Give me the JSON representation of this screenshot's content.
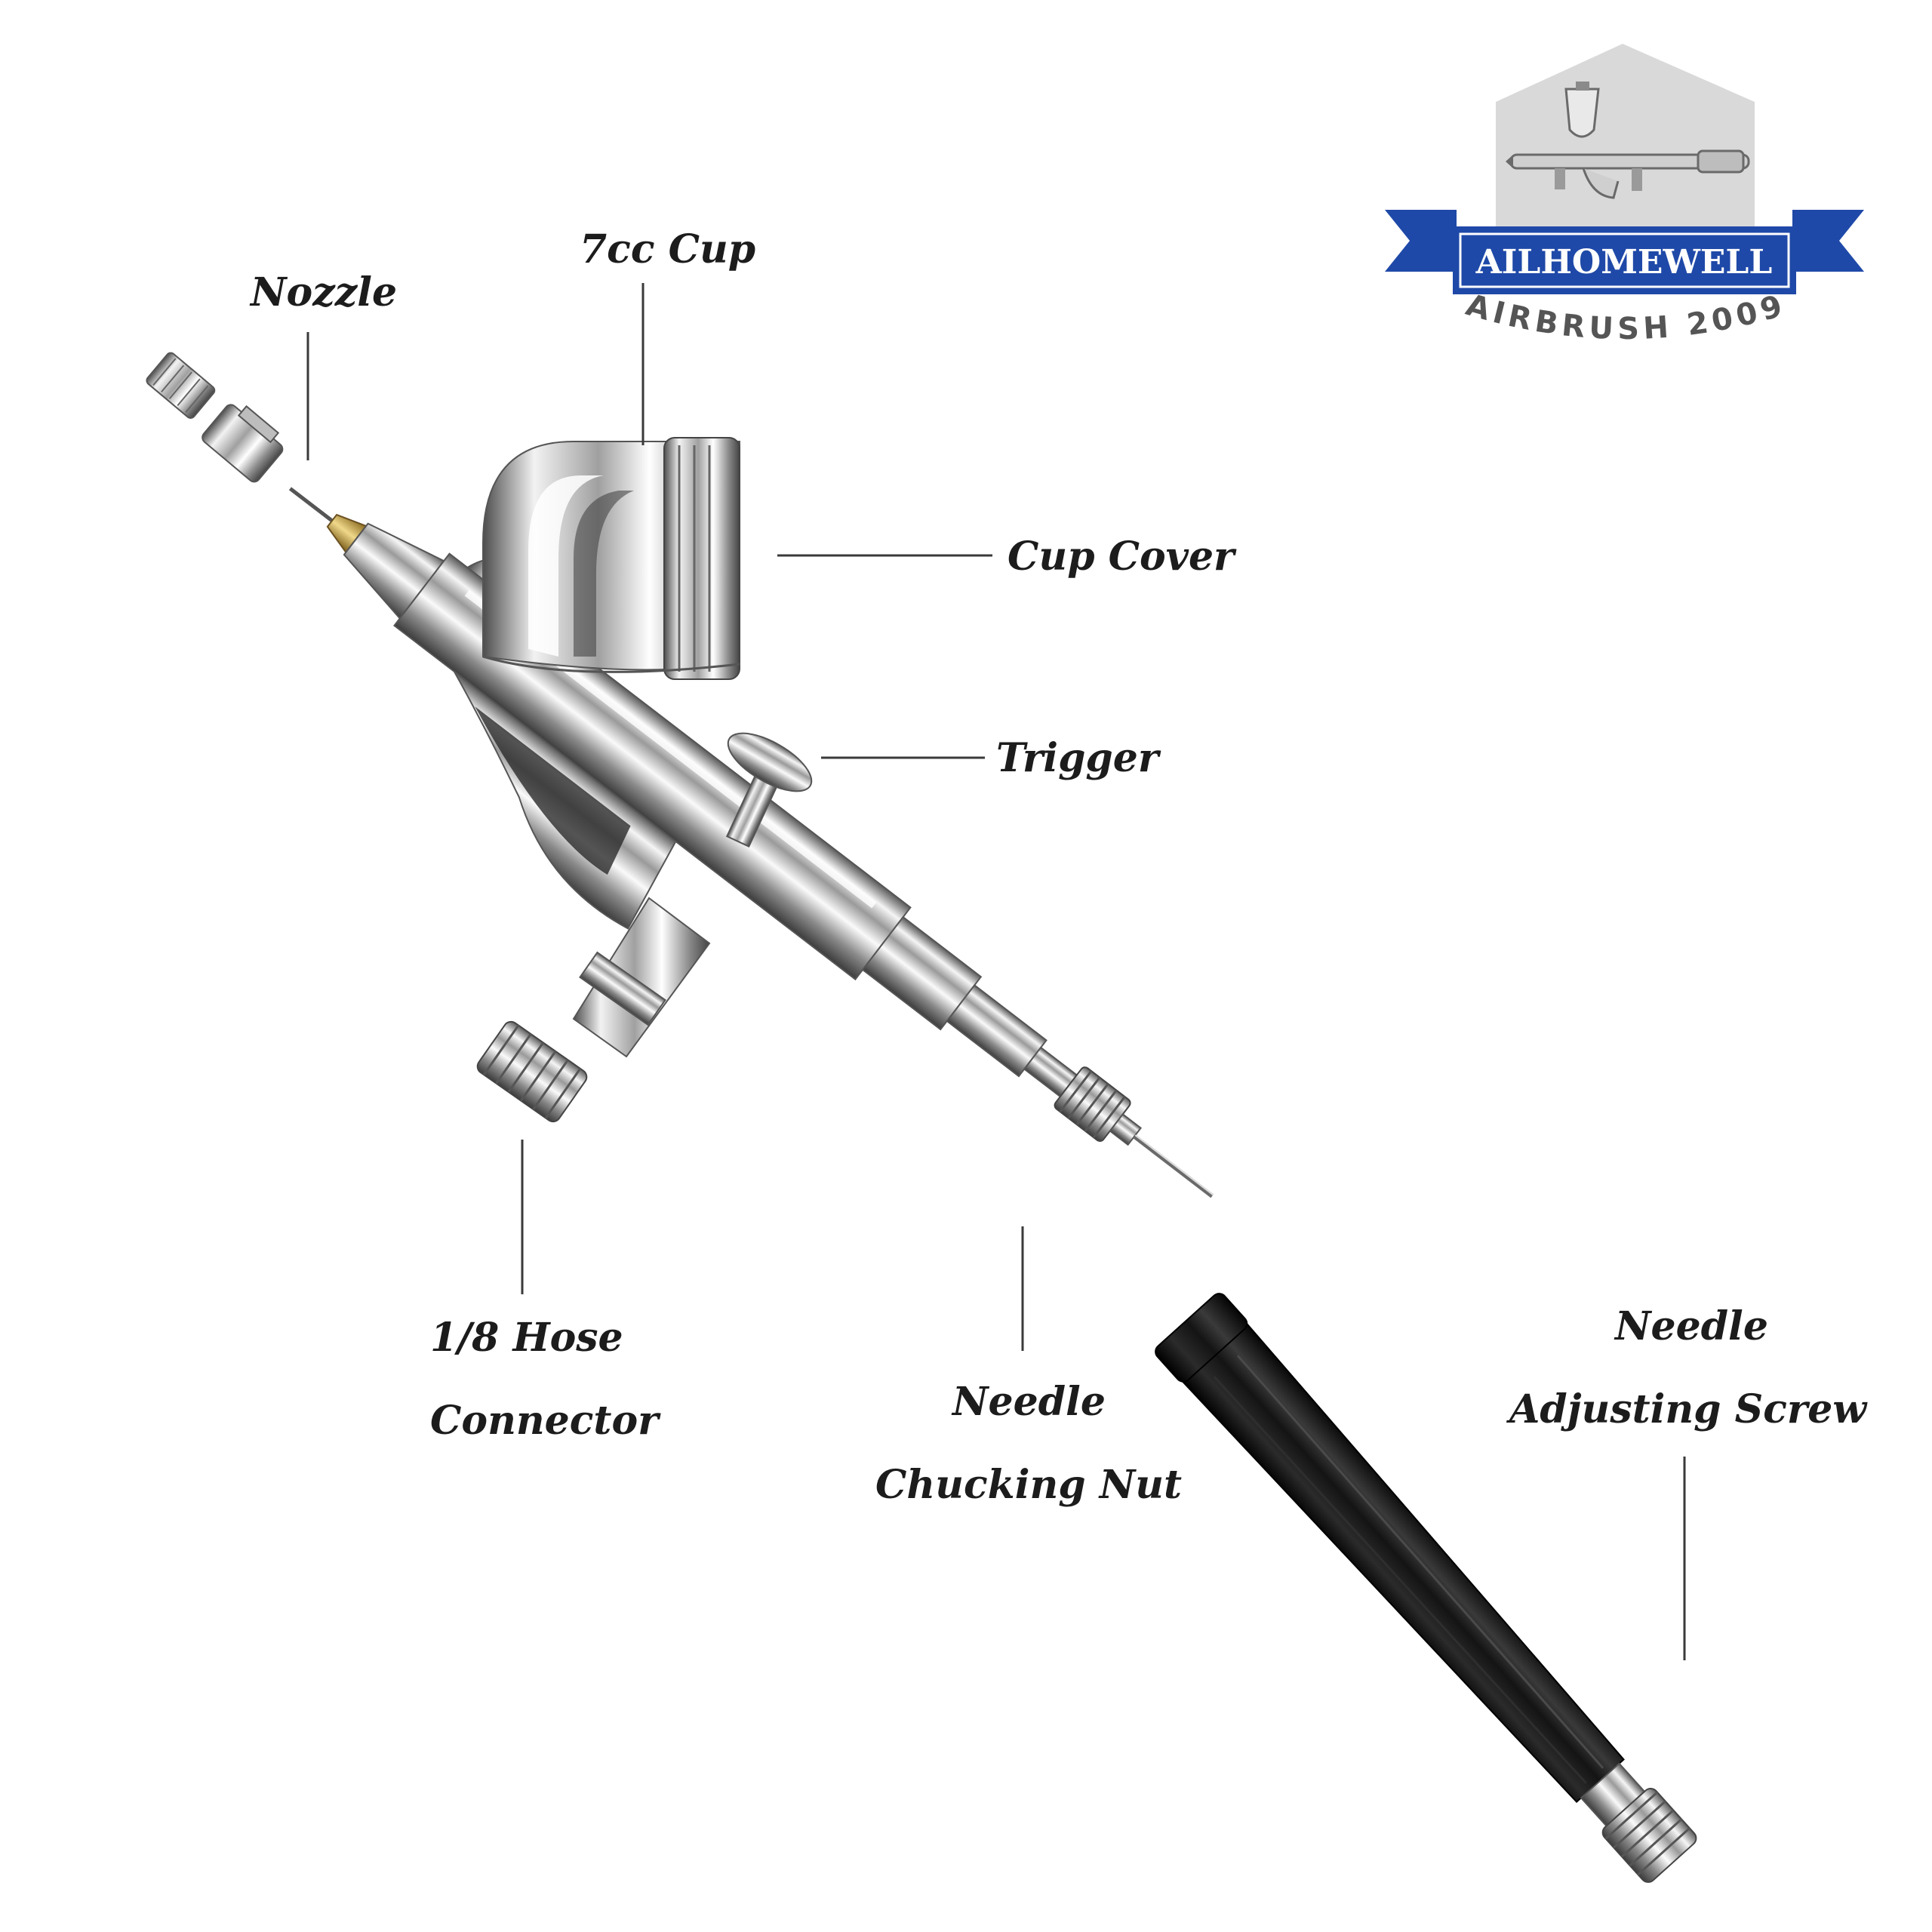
{
  "labels": {
    "nozzle": "Nozzle",
    "cup": "7cc Cup",
    "cup_cover": "Cup Cover",
    "trigger": "Trigger",
    "hose_line1": "1/8 Hose",
    "hose_line2": "Connector",
    "chuck_line1": "Needle",
    "chuck_line2": "Chucking Nut",
    "screw_line1": "Needle",
    "screw_line2": "Adjusting Screw"
  },
  "logo": {
    "brand": "AILHOMEWELL",
    "tagline": "AIRBRUSH 2009",
    "banner_color": "#1f49a8",
    "house_color": "#d9d9d9"
  },
  "colors": {
    "chrome_light": "#f4f4f4",
    "chrome_mid": "#b8b8b8",
    "chrome_dark": "#4a4a4a",
    "handle_black": "#111111",
    "brass": "#c9a24a"
  }
}
